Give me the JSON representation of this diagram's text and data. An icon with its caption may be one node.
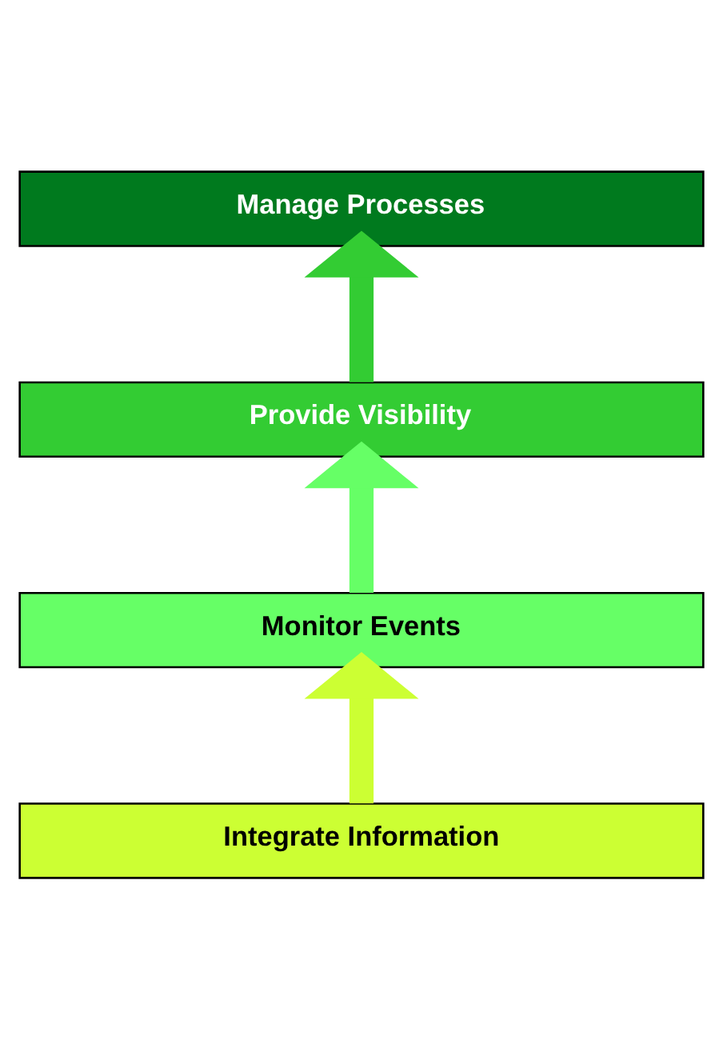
{
  "diagram": {
    "nodes": [
      {
        "text": [
          "Manage Processes"
        ]
      },
      {
        "text": [
          "Provide Visibility"
        ]
      },
      {
        "text": [
          "Monitor Events"
        ]
      },
      {
        "text": [
          "Integrate Information"
        ]
      }
    ],
    "edges": [
      {
        "from": 3,
        "to": 2,
        "arrow": "to",
        "color": "#ccff33"
      },
      {
        "from": 2,
        "to": 1,
        "arrow": "to",
        "color": "#66ff66"
      },
      {
        "from": 1,
        "to": 0,
        "arrow": "to",
        "color": "#33cc33"
      }
    ]
  }
}
